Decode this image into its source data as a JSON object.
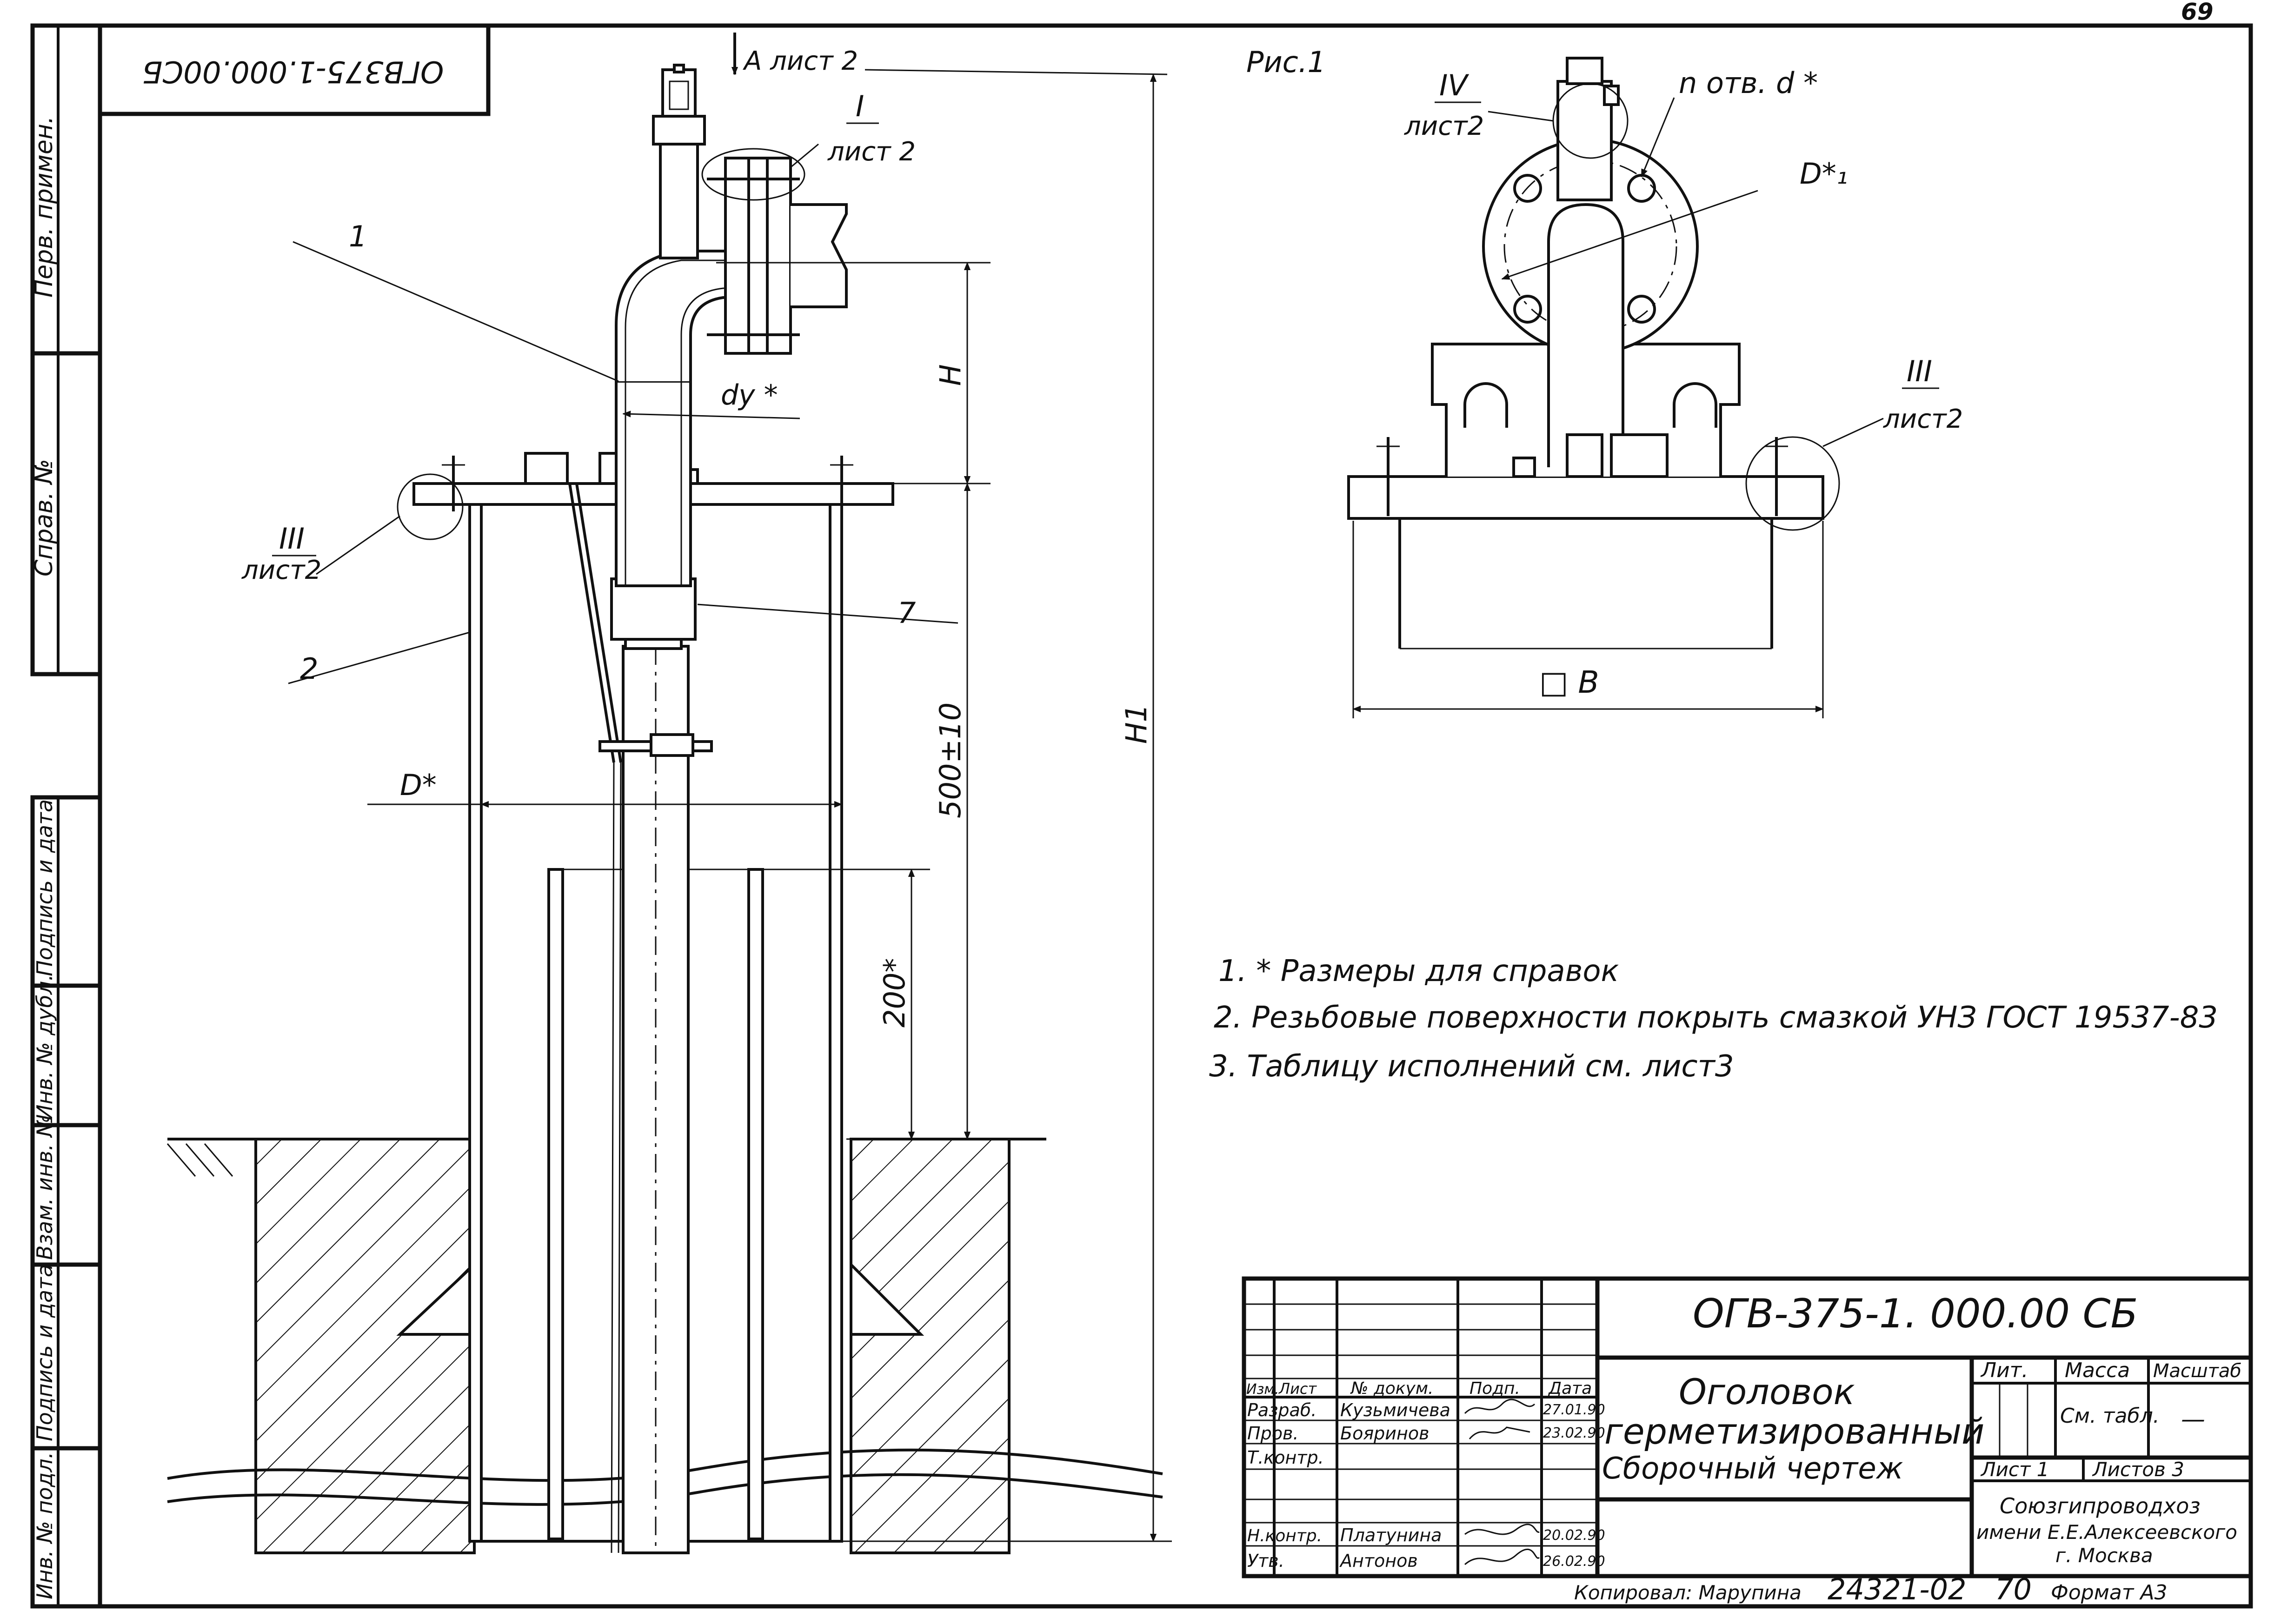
{
  "page": {
    "sheet_number": "69",
    "rotated_code": "ОГВ375-1.000.00СБ"
  },
  "side_strip": {
    "perv_primen": "Перв. примен.",
    "sprav_no": "Справ. №",
    "podpis_data_top": "Подпись и дата",
    "inv_no_dubl": "Инв. № дубл.",
    "vzam_inv_no": "Взам. инв. №",
    "podpis_data_bottom": "Подпись и дата",
    "inv_no_podl": "Инв. № подл."
  },
  "main_view": {
    "view_a": "А лист 2",
    "callout_I_num": "I",
    "callout_I_sheet": "лист 2",
    "callout_III_num": "III",
    "callout_III_sheet": "лист2",
    "pos_1": "1",
    "pos_2": "2",
    "pos_7": "7",
    "dim_dy": "dy *",
    "dim_H": "H",
    "dim_H1": "H1",
    "dim_D": "D*",
    "dim_500": "500±10",
    "dim_200": "200*"
  },
  "fig1": {
    "title": "Рис.1",
    "callout_IV_num": "IV",
    "callout_IV_sheet": "лист2",
    "holes_label": "n отв. d *",
    "dim_D1": "D*₁",
    "callout_III_num": "III",
    "callout_III_sheet": "лист2",
    "dim_B": "□ В"
  },
  "notes": [
    "1. * Размеры для справок",
    "2. Резьбовые поверхности покрыть смазкой УНЗ ГОСТ 19537-83",
    "3. Таблицу исполнений см. лист3"
  ],
  "title_block": {
    "designation": "ОГВ-375-1. 000.00 СБ",
    "name_line1": "Оголовок",
    "name_line2": "герметизированный",
    "name_line3": "Сборочный чертеж",
    "col_headers": [
      "Изм.",
      "Лист",
      "№ докум.",
      "Подп.",
      "Дата"
    ],
    "rows": [
      {
        "role": "Разраб.",
        "name": "Кузьмичева",
        "date": "27.01.90"
      },
      {
        "role": "Пров.",
        "name": "Бояринов",
        "date": "23.02.90"
      },
      {
        "role": "Т.контр.",
        "name": "",
        "date": ""
      },
      {
        "role": "",
        "name": "",
        "date": ""
      },
      {
        "role": "Н.контр.",
        "name": "Платунина",
        "date": "20.02.90"
      },
      {
        "role": "Утв.",
        "name": "Антонов",
        "date": "26.02.90"
      }
    ],
    "lit": "Лит.",
    "massa": "Масса",
    "masshtab": "Масштаб",
    "massa_value": "См. табл.",
    "masshtab_value": "—",
    "sheet_label": "Лист 1",
    "sheets_label": "Листов 3",
    "org_line1": "Союзгипроводхоз",
    "org_line2": "имени Е.Е.Алексеевского",
    "org_line3": "г. Москва"
  },
  "footer": {
    "copied_by": "Копировал: Марупина",
    "number": "24321-02",
    "num70": "70",
    "format": "Формат А3"
  }
}
